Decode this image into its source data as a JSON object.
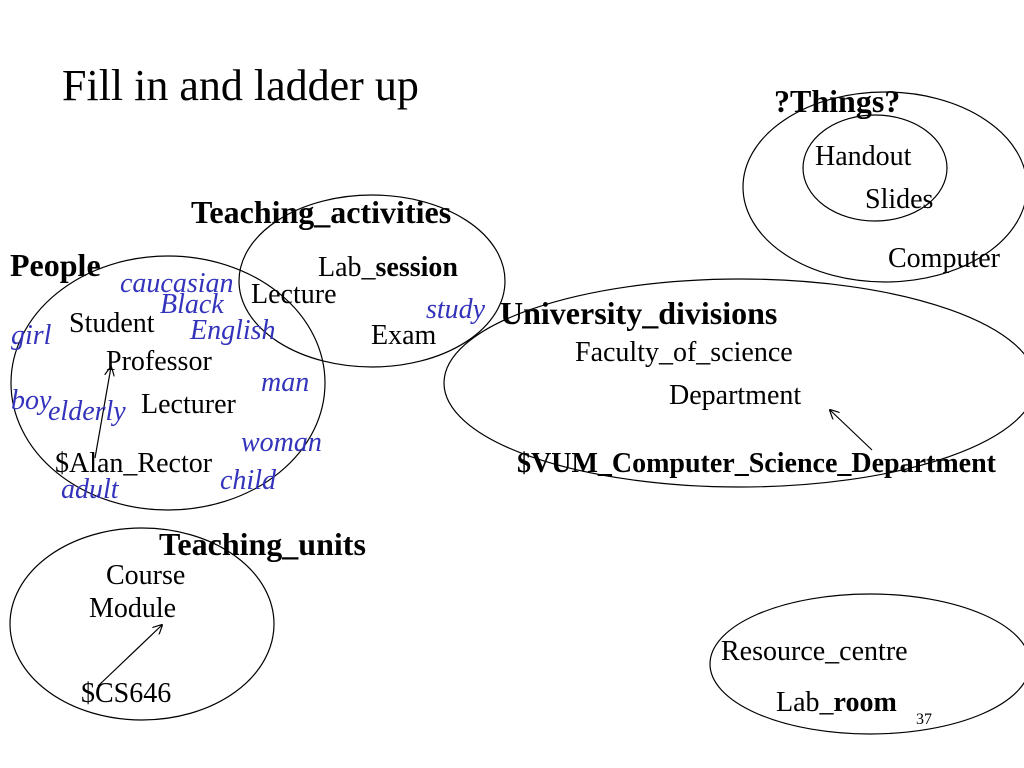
{
  "slide": {
    "title": "Fill in and ladder up",
    "page_number": "37"
  },
  "groups": {
    "people": {
      "label": "People",
      "items": [
        "Student",
        "Professor",
        "Lecturer",
        "$Alan_Rector"
      ],
      "attributes": [
        "caucasian",
        "Black",
        "English",
        "girl",
        "boy",
        "elderly",
        "man",
        "woman",
        "adult",
        "child"
      ]
    },
    "teaching_activities": {
      "label": "Teaching_activities",
      "items": [
        "Lecture",
        "Exam"
      ],
      "lab_session": {
        "prefix": "Lab_",
        "bold": "session"
      },
      "attributes": [
        "study"
      ]
    },
    "things": {
      "label": "?Things?",
      "items": [
        "Handout",
        "Slides",
        "Computer"
      ]
    },
    "university_divisions": {
      "label": "University_divisions",
      "items": [
        "Faculty_of_science",
        "Department"
      ],
      "instance": "$VUM_Computer_Science_Department"
    },
    "teaching_units": {
      "label": "Teaching_units",
      "items": [
        "Course",
        "Module",
        "$CS646"
      ]
    },
    "resources": {
      "items": [
        "Resource_centre"
      ],
      "lab_room": {
        "prefix": "Lab_",
        "bold": "room"
      }
    }
  },
  "colors": {
    "attribute_text": "#3333bb",
    "lines": "#000000"
  }
}
